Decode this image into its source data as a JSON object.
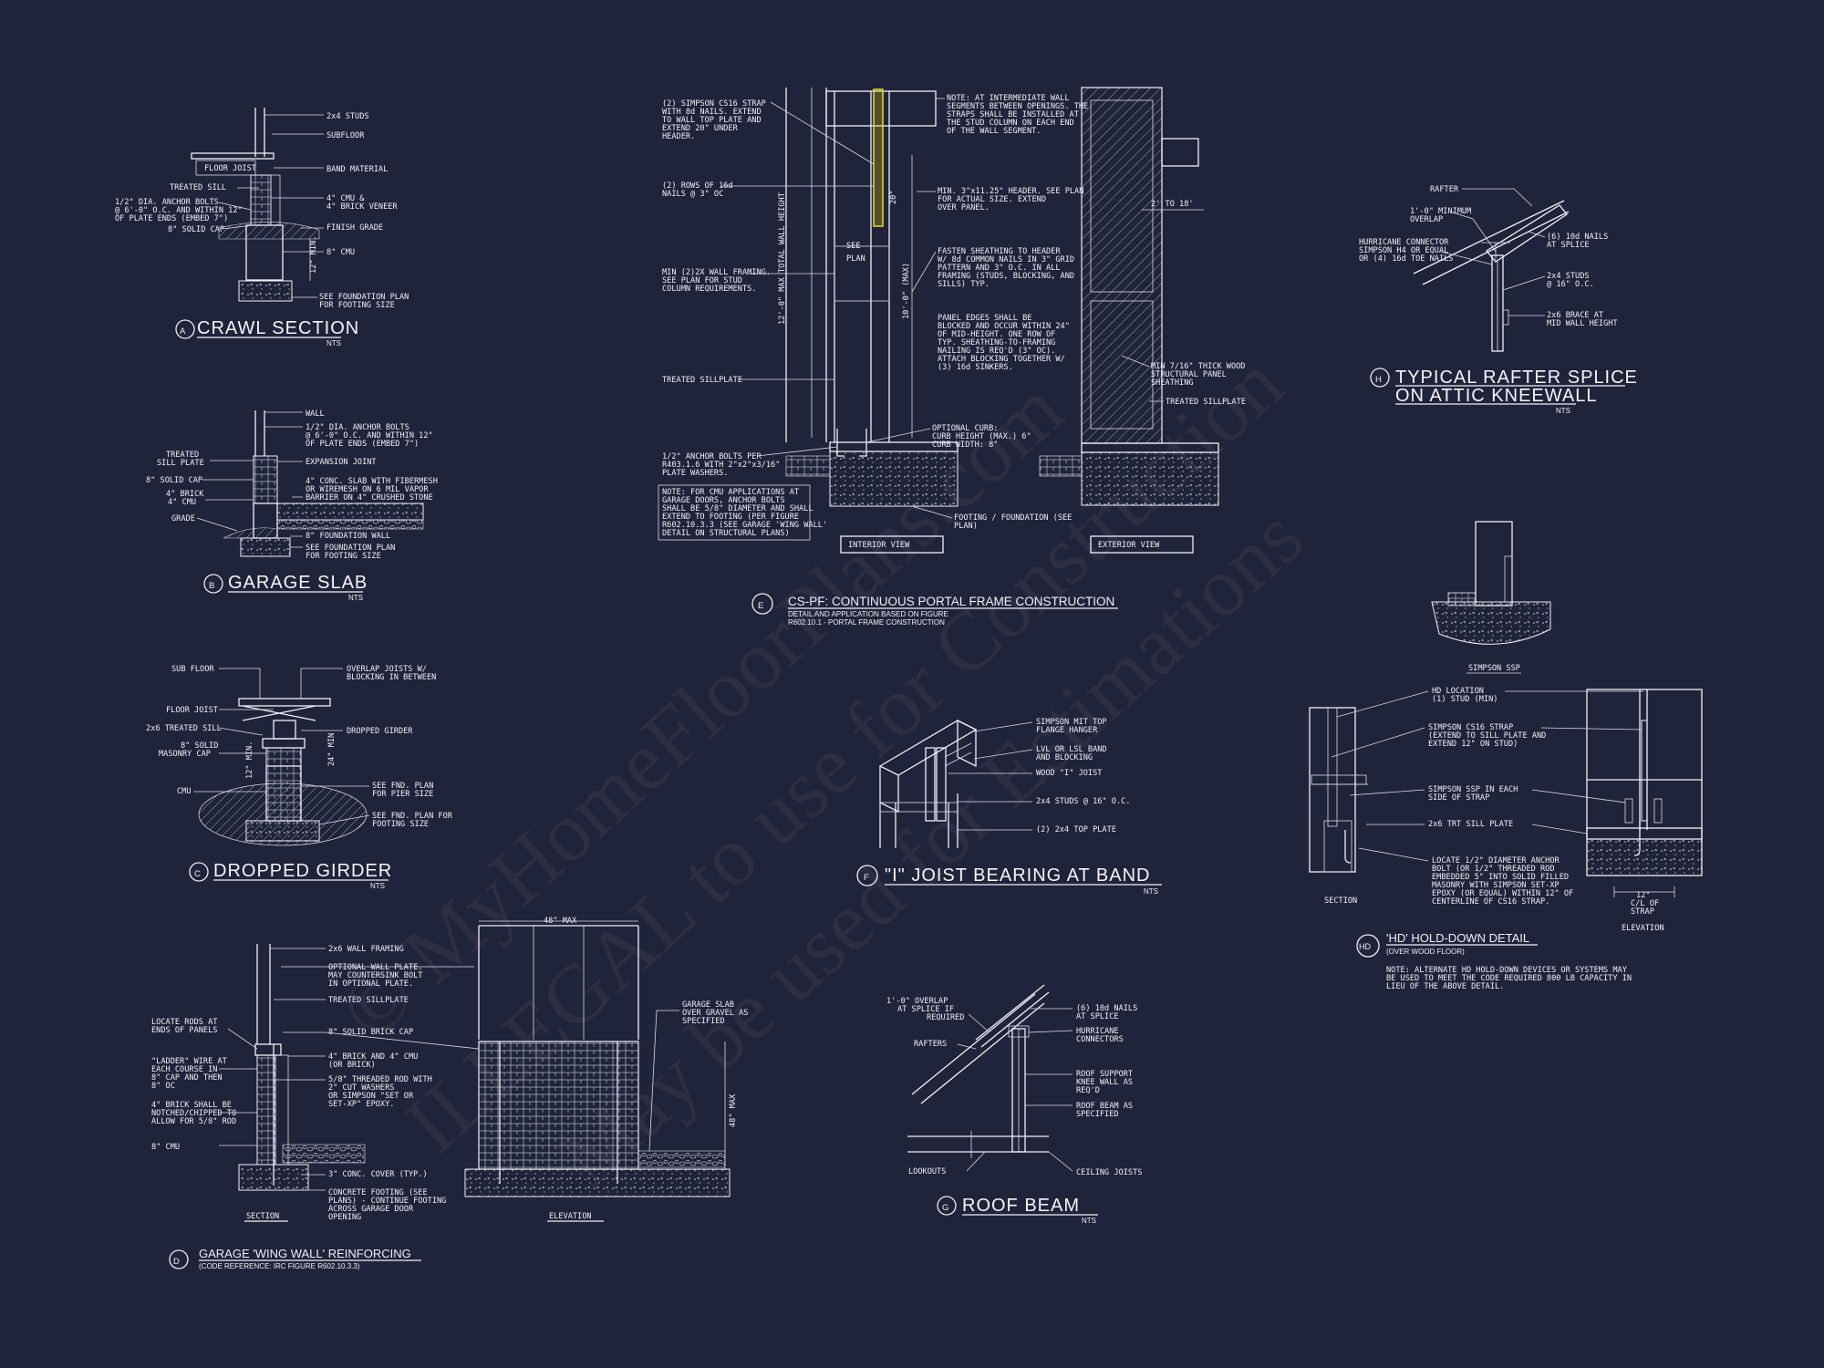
{
  "details": {
    "A": {
      "letter": "A",
      "title": "CRAWL SECTION",
      "nts": "NTS",
      "labels": [
        "2x4 STUDS",
        "SUBFLOOR",
        "FLOOR JOIST",
        "BAND MATERIAL",
        "TREATED SILL",
        "1/2\" DIA. ANCHOR BOLTS",
        "@ 6'-0\" O.C. AND WITHIN 12\"",
        "OF PLATE ENDS (EMBED 7\")",
        "4\" CMU &",
        "4\" BRICK VENEER",
        "8\" SOLID CAP",
        "FINISH GRADE",
        "8\" CMU",
        "12\" MIN.",
        "SEE FOUNDATION PLAN",
        "FOR FOOTING SIZE"
      ]
    },
    "B": {
      "letter": "B",
      "title": "GARAGE SLAB",
      "nts": "NTS",
      "labels": [
        "WALL",
        "1/2\" DIA. ANCHOR BOLTS",
        "@ 6'-0\" O.C. AND WITHIN 12\"",
        "OF PLATE ENDS (EMBED 7\")",
        "TREATED",
        "SILL PLATE",
        "EXPANSION JOINT",
        "8\" SOLID CAP",
        "4\" CONC. SLAB WITH FIBERMESH",
        "OR WIREMESH ON 6 MIL VAPOR",
        "BARRIER ON 4\" CRUSHED STONE",
        "4\" BRICK",
        "4\" CMU",
        "GRADE",
        "8\" FOUNDATION WALL",
        "SEE FOUNDATION PLAN",
        "FOR FOOTING SIZE"
      ]
    },
    "C": {
      "letter": "C",
      "title": "DROPPED GIRDER",
      "nts": "NTS",
      "labels": [
        "SUB FLOOR",
        "OVERLAP JOISTS W/",
        "BLOCKING IN BETWEEN",
        "FLOOR JOIST",
        "2x6 TREATED SILL",
        "DROPPED GIRDER",
        "8\" SOLID",
        "MASONRY CAP",
        "12\" MIN.",
        "24\" MIN",
        "CMU",
        "SEE FND. PLAN",
        "FOR PIER SIZE",
        "SEE FND. PLAN FOR",
        "FOOTING SIZE"
      ]
    },
    "D": {
      "letter": "D",
      "title": "GARAGE 'WING WALL' REINFORCING",
      "subtitle": "(CODE REFERENCE: IRC FIGURE R602.10.3.3)",
      "section": "SECTION",
      "elevation": "ELEVATION",
      "dim_top": "48\" MAX",
      "dim_side": "48\" MAX",
      "labels": [
        "2x6 WALL FRAMING",
        "OPTIONAL WALL PLATE.",
        "MAY COUNTERSINK BOLT",
        "IN OPTIONAL PLATE.",
        "TREATED SILLPLATE",
        "LOCATE RODS AT",
        "ENDS OF PANELS",
        "8\" SOLID BRICK CAP",
        "\"LADDER\" WIRE AT",
        "EACH COURSE IN",
        "8\" CAP AND THEN",
        "8\" OC",
        "4\" BRICK AND 4\" CMU",
        "(OR BRICK)",
        "5/8\" THREADED ROD WITH",
        "2\" CUT WASHERS",
        "OR SIMPSON \"SET OR",
        "SET-XP\" EPOXY.",
        "4\" BRICK SHALL BE",
        "NOTCHED/CHIPPED TO",
        "ALLOW FOR 5/8\" ROD",
        "8\" CMU",
        "3\" CONC. COVER (TYP.)",
        "CONCRETE FOOTING (SEE",
        "PLANS) - CONTINUE FOOTING",
        "ACROSS GARAGE DOOR",
        "OPENING",
        "GARAGE SLAB",
        "OVER GRAVEL AS",
        "SPECIFIED"
      ]
    },
    "E": {
      "letter": "E",
      "title": "CS-PF: CONTINUOUS PORTAL FRAME CONSTRUCTION",
      "subtitle1": "DETAIL AND APPLICATION BASED ON FIGURE",
      "subtitle2": "R602.10.1 - PORTAL FRAME CONSTRUCTION",
      "interior": "INTERIOR VIEW",
      "exterior": "EXTERIOR VIEW",
      "dim_max": "12'-0\" MAX TOTAL WALL HEIGHT",
      "dim_10": "10'-0\" (MAX)",
      "dim_20": "20\"",
      "see_plan": [
        "SEE",
        "PLAN"
      ],
      "two_to_18": "2' TO 18'",
      "labels": [
        "(2) SIMPSON CS16 STRAP",
        "WITH 8d NAILS. EXTEND",
        "TO WALL TOP PLATE AND",
        "EXTEND 20\" UNDER",
        "HEADER.",
        "(2) ROWS OF 16d",
        "NAILS @ 3\" OC",
        "MIN (2)2X WALL FRAMING.",
        "SEE PLAN FOR STUD",
        "COLUMN REQUIREMENTS.",
        "TREATED SILLPLATE",
        "1/2\" ANCHOR BOLTS PER",
        "R403.1.6 WITH 2\"x2\"x3/16\"",
        "PLATE WASHERS.",
        "NOTE: FOR CMU APPLICATIONS AT",
        "GARAGE DOORS, ANCHOR BOLTS",
        "SHALL BE 5/8\" DIAMETER AND SHALL",
        "EXTEND TO FOOTING (PER FIGURE",
        "R602.10.3.3 (SEE GARAGE 'WING WALL'",
        "DETAIL ON STRUCTURAL PLANS)",
        "NOTE: AT INTERMEDIATE WALL",
        "SEGMENTS BETWEEN OPENINGS. THE",
        "STRAPS SHALL BE INSTALLED AT",
        "THE STUD COLUMN ON EACH END",
        "OF THE WALL SEGMENT.",
        "MIN. 3\"x11.25\" HEADER. SEE PLAN",
        "FOR ACTUAL SIZE. EXTEND",
        "OVER PANEL.",
        "FASTEN SHEATHING TO HEADER",
        "W/ 8d COMMON NAILS IN 3\" GRID",
        "PATTERN AND 3\" O.C. IN ALL",
        "FRAMING (STUDS, BLOCKING, AND",
        "SILLS) TYP.",
        "PANEL EDGES SHALL BE",
        "BLOCKED AND OCCUR WITHIN 24\"",
        "OF MID-HEIGHT. ONE ROW OF",
        "TYP. SHEATHING-TO-FRAMING",
        "NAILING IS REQ'D (3\" OC).",
        "ATTACH BLOCKING TOGETHER W/",
        "(3) 16d SINKERS.",
        "OPTIONAL CURB:",
        "CURB HEIGHT (MAX.) 6\"",
        "CURB WIDTH: 8\"",
        "FOOTING / FOUNDATION (SEE",
        "PLAN)",
        "MIN 7/16\" THICK WOOD",
        "STRUCTURAL PANEL",
        "SHEATHING",
        "TREATED SILLPLATE"
      ]
    },
    "F": {
      "letter": "F",
      "title": "\"I\" JOIST BEARING AT BAND",
      "nts": "NTS",
      "labels": [
        "SIMPSON MIT TOP",
        "FLANGE HANGER",
        "LVL OR LSL BAND",
        "AND BLOCKING",
        "WOOD \"I\" JOIST",
        "2x4 STUDS @ 16\" O.C.",
        "(2) 2x4 TOP PLATE"
      ]
    },
    "G": {
      "letter": "G",
      "title": "ROOF BEAM",
      "nts": "NTS",
      "labels": [
        "1'-0\" OVERLAP",
        "AT SPLICE IF",
        "REQUIRED",
        "RAFTERS",
        "(6) 10d NAILS",
        "AT SPLICE",
        "HURRICANE",
        "CONNECTORS",
        "ROOF SUPPORT",
        "KNEE WALL AS",
        "REQ'D",
        "ROOF BEAM AS",
        "SPECIFIED",
        "LOOKOUTS",
        "CEILING JOISTS"
      ]
    },
    "H": {
      "letter": "H",
      "title1": "TYPICAL RAFTER SPLICE",
      "title2": "ON ATTIC KNEEWALL",
      "nts": "NTS",
      "labels": [
        "RAFTER",
        "1'-0\" MINIMUM",
        "OVERLAP",
        "HURRICANE CONNECTOR",
        "SIMPSON H4 OR EQUAL",
        "OR (4) 16d TOE NAILS",
        "(6) 10d NAILS",
        "AT SPLICE",
        "2x4 STUDS",
        "@ 16\" O.C.",
        "2x6 BRACE AT",
        "MID WALL HEIGHT"
      ]
    },
    "HD": {
      "letter": "HD",
      "title": "'HD' HOLD-DOWN DETAIL",
      "subtitle": "(OVER WOOD FLOOR)",
      "simpson_ssp": "SIMPSON SSP",
      "section": "SECTION",
      "elevation": "ELEVATION",
      "note": [
        "NOTE: ALTERNATE HD HOLD-DOWN DEVICES OR SYSTEMS MAY",
        "BE USED TO MEET THE CODE REQUIRED 800 LB CAPACITY IN",
        "LIEU OF THE ABOVE DETAIL."
      ],
      "labels": [
        "HD LOCATION",
        "(1) STUD (MIN)",
        "SIMPSON CS16 STRAP",
        "(EXTEND TO SILL PLATE AND",
        "EXTEND 12\" ON STUD)",
        "SIMPSON SSP IN EACH",
        "SIDE OF STRAP",
        "2x6 TRT SILL PLATE",
        "LOCATE 1/2\" DIAMETER ANCHOR",
        "BOLT (OR 1/2\" THREADED ROD",
        "EMBEDDED 5\" INTO SOLID FILLED",
        "MASONRY WITH SIMPSON SET-XP",
        "EPOXY (OR EQUAL) WITHIN 12\" OF",
        "CENTERLINE OF CS16 STRAP.",
        "12\"",
        "C/L OF",
        "STRAP"
      ]
    }
  },
  "watermark": {
    "line1": "© MyHomeFloorPlans.com",
    "line2": "ILLEGAL to use for Construction",
    "line3": "May be used for Estimations"
  },
  "colors": {
    "background": "#20243a",
    "linework": "#eef1f7",
    "strap_highlight": "#e6d21a"
  }
}
